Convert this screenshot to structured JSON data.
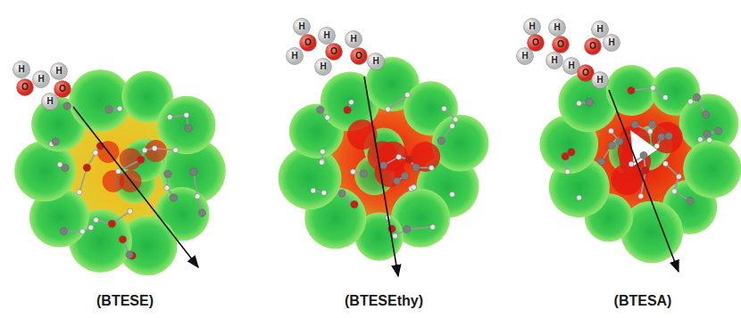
{
  "diagram": {
    "labels": [
      "(BTESE)",
      "(BTESEthy)",
      "(BTESA)",
      "H",
      "O",
      "H",
      "H",
      "O",
      "H",
      "H",
      "O",
      "H",
      "H",
      "O",
      "H",
      "H",
      "O",
      "H",
      "H",
      "O",
      "H",
      "H",
      "O",
      "H",
      "H",
      "O",
      "H",
      "H",
      "O",
      "H"
    ]
  }
}
